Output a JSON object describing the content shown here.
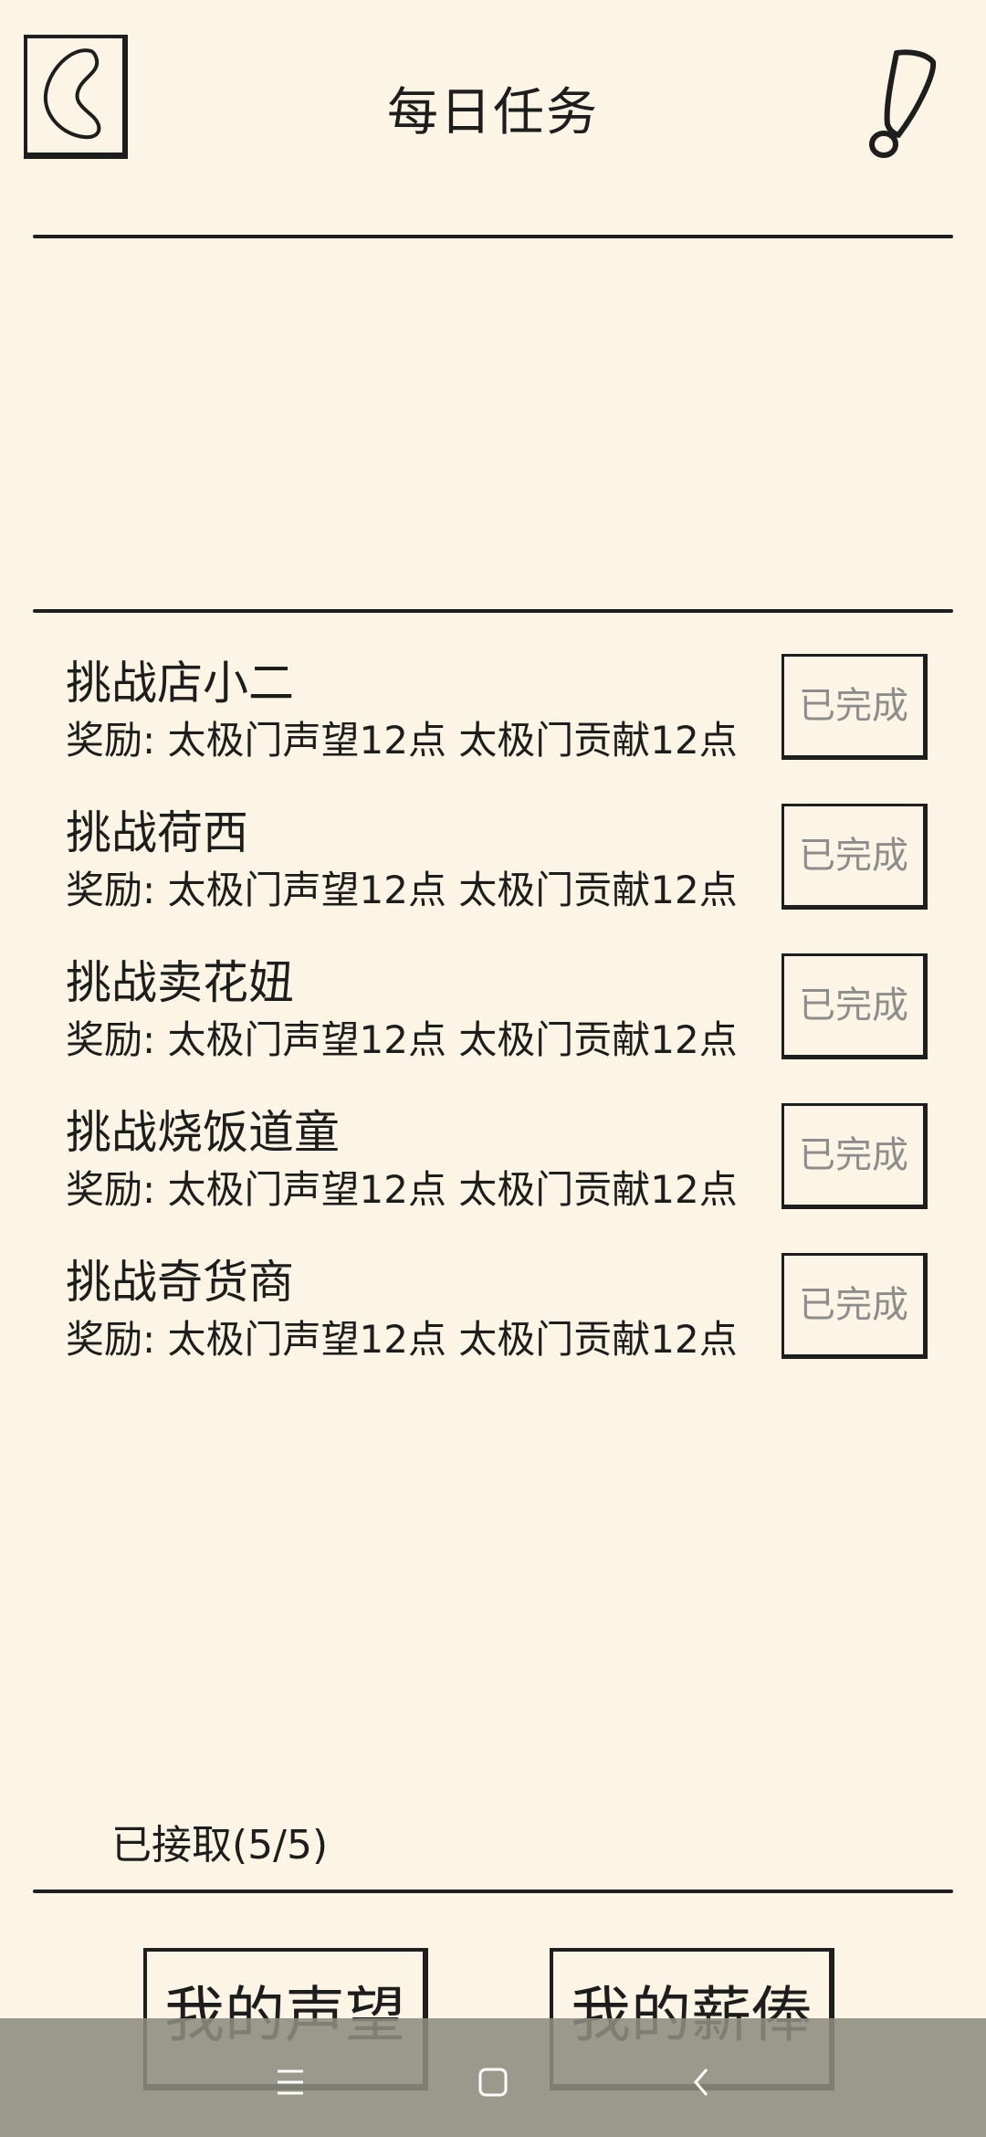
{
  "header": {
    "title": "每日任务"
  },
  "tasks": [
    {
      "name": "挑战店小二",
      "reward": "奖励: 太极门声望12点  太极门贡献12点",
      "status": "已完成"
    },
    {
      "name": "挑战荷西",
      "reward": "奖励: 太极门声望12点  太极门贡献12点",
      "status": "已完成"
    },
    {
      "name": "挑战卖花妞",
      "reward": "奖励: 太极门声望12点  太极门贡献12点",
      "status": "已完成"
    },
    {
      "name": "挑战烧饭道童",
      "reward": "奖励: 太极门声望12点  太极门贡献12点",
      "status": "已完成"
    },
    {
      "name": "挑战奇货商",
      "reward": "奖励: 太极门声望12点  太极门贡献12点",
      "status": "已完成"
    }
  ],
  "accepted_label": "已接取(5/5)",
  "buttons": {
    "reputation": "我的声望",
    "salary": "我的薪俸"
  },
  "icons": {
    "back": "back-arrow-icon",
    "alert": "exclamation-icon",
    "nav_menu": "menu-icon",
    "nav_home": "home-icon",
    "nav_back": "back-chevron-icon"
  },
  "colors": {
    "background": "#fcf5e6",
    "ink": "#1d1d1d",
    "status_text": "#8d8d8d"
  }
}
